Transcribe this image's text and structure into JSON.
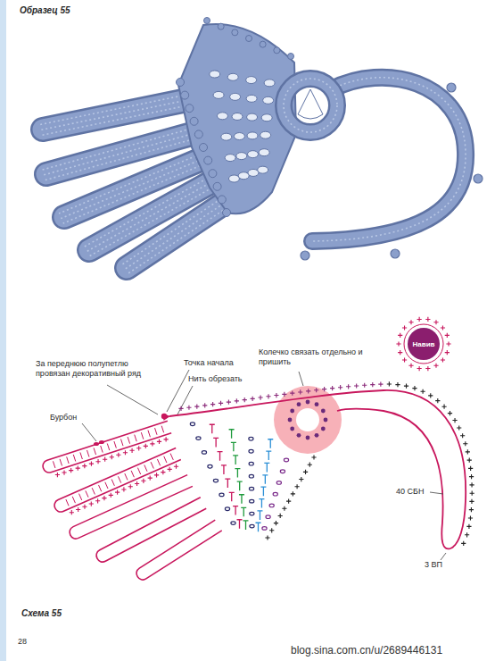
{
  "diagram": {
    "title": "Образец 55",
    "caption": "Схема 55",
    "nodes": [
      {
        "text": [
          "Навив"
        ]
      }
    ],
    "labels": [
      "За переднюю полупетлю провязан декоративный ряд",
      "Точка начала",
      "Нить обрезать",
      "Колечко связать отдельно и пришить",
      "Бурбон",
      "40 СБН",
      "3 ВП",
      "28",
      "blog.sina.com.cn/u/2689446131"
    ]
  }
}
